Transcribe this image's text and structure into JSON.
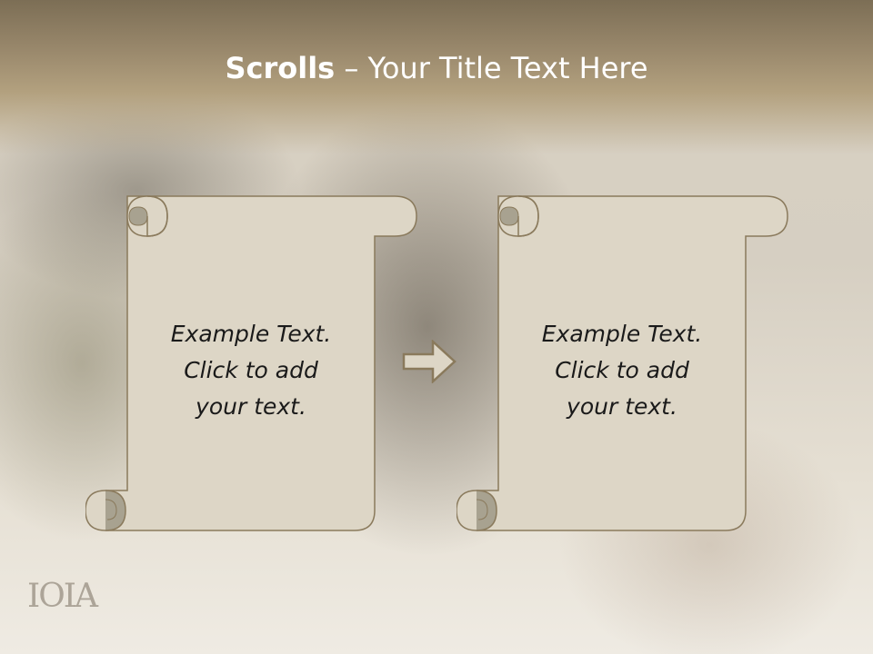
{
  "slide": {
    "title_bold": "Scrolls",
    "title_rest": " – Your Title Text Here"
  },
  "scrolls": [
    {
      "text": "Example  Text.\nClick  to add\nyour text."
    },
    {
      "text": "Example  Text.\nClick  to add\nyour text."
    }
  ],
  "logo_text": "IOIA",
  "colors": {
    "scroll_fill": "#ddd6c6",
    "scroll_outline": "#8a7a5c",
    "curl_shadow": "#a8a290",
    "arrow_fill": "#ddd6c6"
  }
}
